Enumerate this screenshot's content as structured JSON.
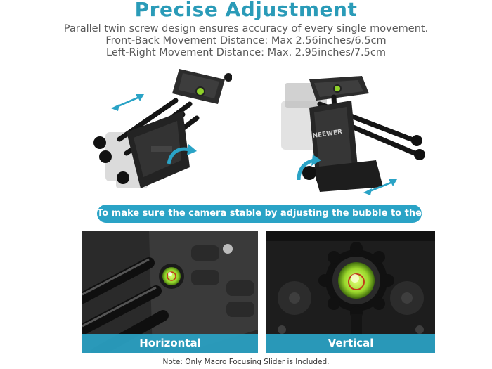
{
  "heading": {
    "title": "Precise Adjustment",
    "line1": "Parallel twin screw design ensures accuracy of every single movement.",
    "line2": "Front-Back Movement Distance: Max 2.56inches/6.5cm",
    "line3": "Left-Right Movement Distance: Max. 2.95inches/7.5cm"
  },
  "product": {
    "brand_mark": "NEEWER"
  },
  "banner": {
    "text": "To make sure the camera stable by adjusting the bubble to the center."
  },
  "photos": {
    "left_caption": "Horizontal",
    "right_caption": "Vertical"
  },
  "footer": {
    "note": "Note: Only Macro Focusing Slider is Included."
  },
  "colors": {
    "accent": "#2aa3c6",
    "title": "#2a9bb8",
    "bubble": "#8fd12a"
  }
}
